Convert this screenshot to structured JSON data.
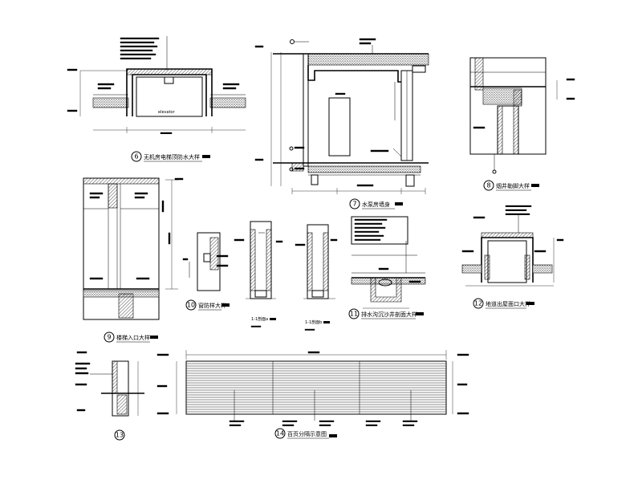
{
  "details": [
    {
      "id": "d6a",
      "number": "6",
      "title": "无机房电梯顶防水大样"
    },
    {
      "id": "d7",
      "number": "7",
      "title": "水泵房墙身"
    },
    {
      "id": "d8",
      "number": "8",
      "title": "烟井勒脚大样"
    },
    {
      "id": "d9",
      "number": "9",
      "title": "楼梯入口大样"
    },
    {
      "id": "d10",
      "number": "10",
      "title": "窗防样大样"
    },
    {
      "id": "d11",
      "number": "11",
      "title": "排水沟沉沙井剖面大样"
    },
    {
      "id": "d12",
      "number": "12",
      "title": "地道出屋面口大样"
    },
    {
      "id": "d13",
      "number": "13",
      "title": ""
    },
    {
      "id": "d14",
      "number": "14",
      "title": "百页分隔示意图"
    }
  ],
  "section_labels": [
    {
      "id": "sec-a",
      "text": "1-1剖面a"
    },
    {
      "id": "sec-b",
      "text": "1-1剖面b"
    }
  ]
}
